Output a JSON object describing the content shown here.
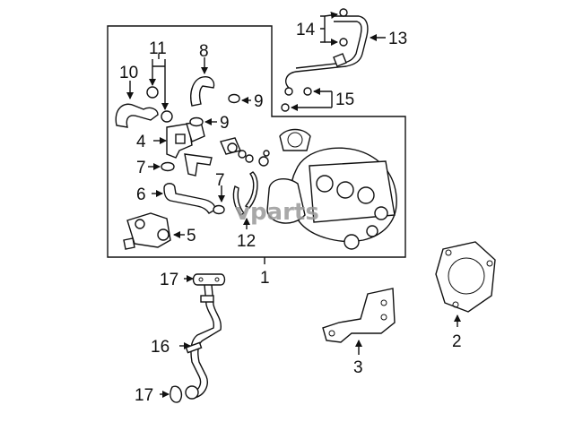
{
  "callouts": {
    "c1": "1",
    "c2": "2",
    "c3": "3",
    "c4": "4",
    "c5": "5",
    "c6": "6",
    "c7a": "7",
    "c7b": "7",
    "c8": "8",
    "c9a": "9",
    "c9b": "9",
    "c10": "10",
    "c11": "11",
    "c12": "12",
    "c13": "13",
    "c14": "14",
    "c15": "15",
    "c16": "16",
    "c17a": "17",
    "c17b": "17"
  },
  "watermark": "vparts",
  "colors": {
    "ink": "#111111",
    "watermark": "#9a9a9a",
    "background": "#ffffff"
  }
}
